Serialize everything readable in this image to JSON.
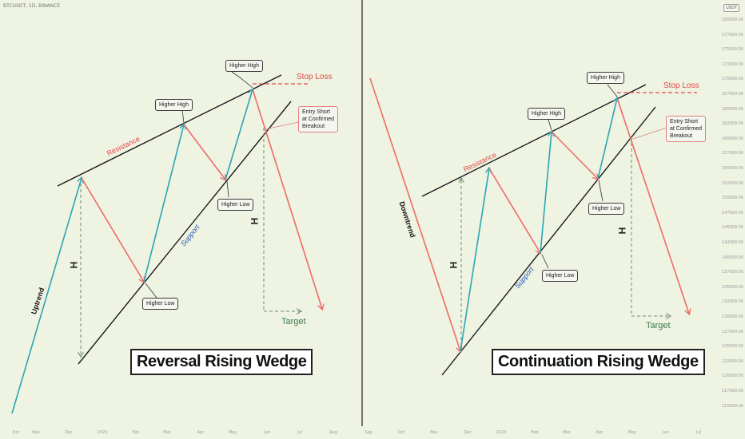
{
  "header": {
    "symbol_line": "BTCUSDT, 1D, BINANCE",
    "currency_badge": "USDT"
  },
  "axis": {
    "price_ticks": [
      "180000.00",
      "177000.00",
      "175000.00",
      "173000.00",
      "170000.00",
      "167000.00",
      "165000.00",
      "162000.00",
      "160000.00",
      "157000.00",
      "155000.00",
      "152000.00",
      "150000.00",
      "147000.00",
      "145000.00",
      "142000.00",
      "140000.00",
      "137000.00",
      "135000.00",
      "132000.00",
      "130000.00",
      "127000.00",
      "125000.00",
      "122000.00",
      "120000.00",
      "117000.00",
      "115000.00"
    ],
    "month_ticks_left": [
      "Oct",
      "Nov",
      "Dec",
      "2023",
      "Feb",
      "Mar",
      "Apr",
      "May",
      "Jun",
      "Jul",
      "Aug"
    ],
    "month_ticks_right": [
      "Sep",
      "Oct",
      "Nov",
      "Dec",
      "2023",
      "Feb",
      "Mar",
      "Apr",
      "May",
      "Jun",
      "Jul"
    ]
  },
  "left_panel": {
    "title": "Reversal Rising Wedge",
    "trend_label": "Uptrend",
    "resistance_label": "Resistance",
    "support_label": "Support",
    "height_label": "H",
    "height_label_2": "H",
    "callouts": {
      "higher_high_1": "Higher High",
      "higher_high_2": "Higher High",
      "higher_low_1": "Higher Low",
      "higher_low_2": "Higher Low",
      "entry": [
        "Entry Short",
        "at Confirmed",
        "Breakout"
      ]
    },
    "stop_loss": "Stop Loss",
    "target": "Target"
  },
  "right_panel": {
    "title": "Continuation Rising Wedge",
    "trend_label": "Downtrend",
    "resistance_label": "Resistance",
    "support_label": "Support",
    "height_label": "H",
    "height_label_2": "H",
    "callouts": {
      "higher_high_1": "Higher High",
      "higher_high_2": "Higher High",
      "higher_low_1": "Higher Low",
      "higher_low_2": "Higher Low",
      "entry": [
        "Entry Short",
        "at Confirmed",
        "Breakout"
      ]
    },
    "stop_loss": "Stop Loss",
    "target": "Target"
  },
  "colors": {
    "up_leg": "#2aa6b4",
    "down_leg": "#ef6b66",
    "dashed": "#6f8f6f",
    "target_text": "#3e7a48",
    "support_text": "#2b58b8",
    "stop_text": "#e24a4a"
  }
}
